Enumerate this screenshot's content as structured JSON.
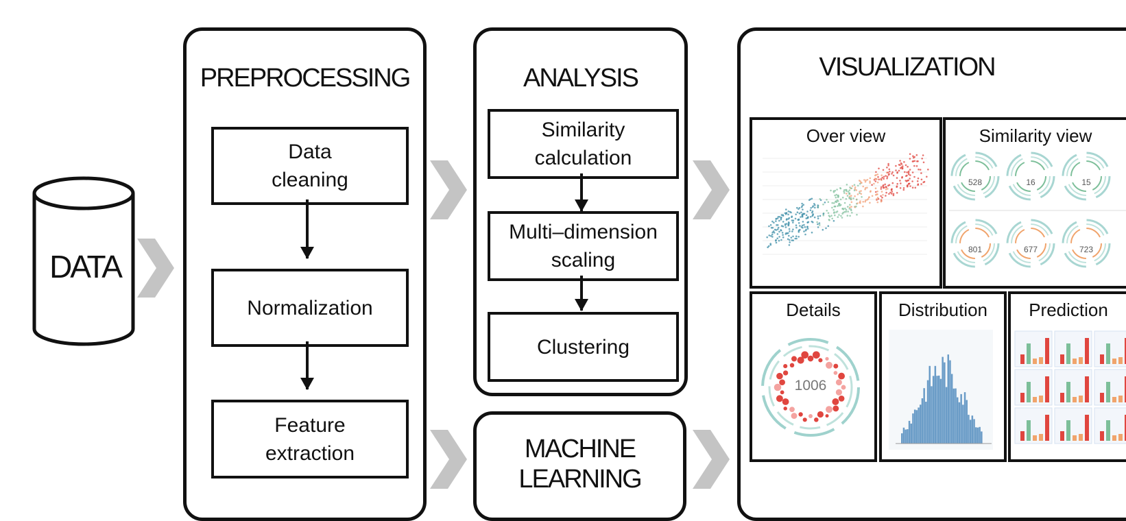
{
  "data_label": "DATA",
  "preprocessing": {
    "title": "PREPROCESSING",
    "steps": [
      "Data\ncleaning",
      "Normalization",
      "Feature\nextraction"
    ]
  },
  "analysis": {
    "title": "ANALYSIS",
    "steps": [
      "Similarity\ncalculation",
      "Multi–dimension\nscaling",
      "Clustering"
    ]
  },
  "machine_learning": {
    "title": "MACHINE\nLEARNING"
  },
  "visualization": {
    "title": "VISUALIZATION",
    "views": {
      "overview": "Over view",
      "similarity": "Similarity view",
      "details": "Details",
      "distribution": "Distribution",
      "prediction": "Prediction"
    },
    "similarity_ids": [
      "528",
      "16",
      "15",
      "801",
      "677",
      "723"
    ],
    "details_value": "1006"
  },
  "colors": {
    "arrow_gray": "#c4c4c4",
    "outline": "#111111",
    "teal": "#9fd2cd",
    "red": "#e0463f",
    "blue": "#6a9cc7",
    "green": "#7dbf9a"
  }
}
